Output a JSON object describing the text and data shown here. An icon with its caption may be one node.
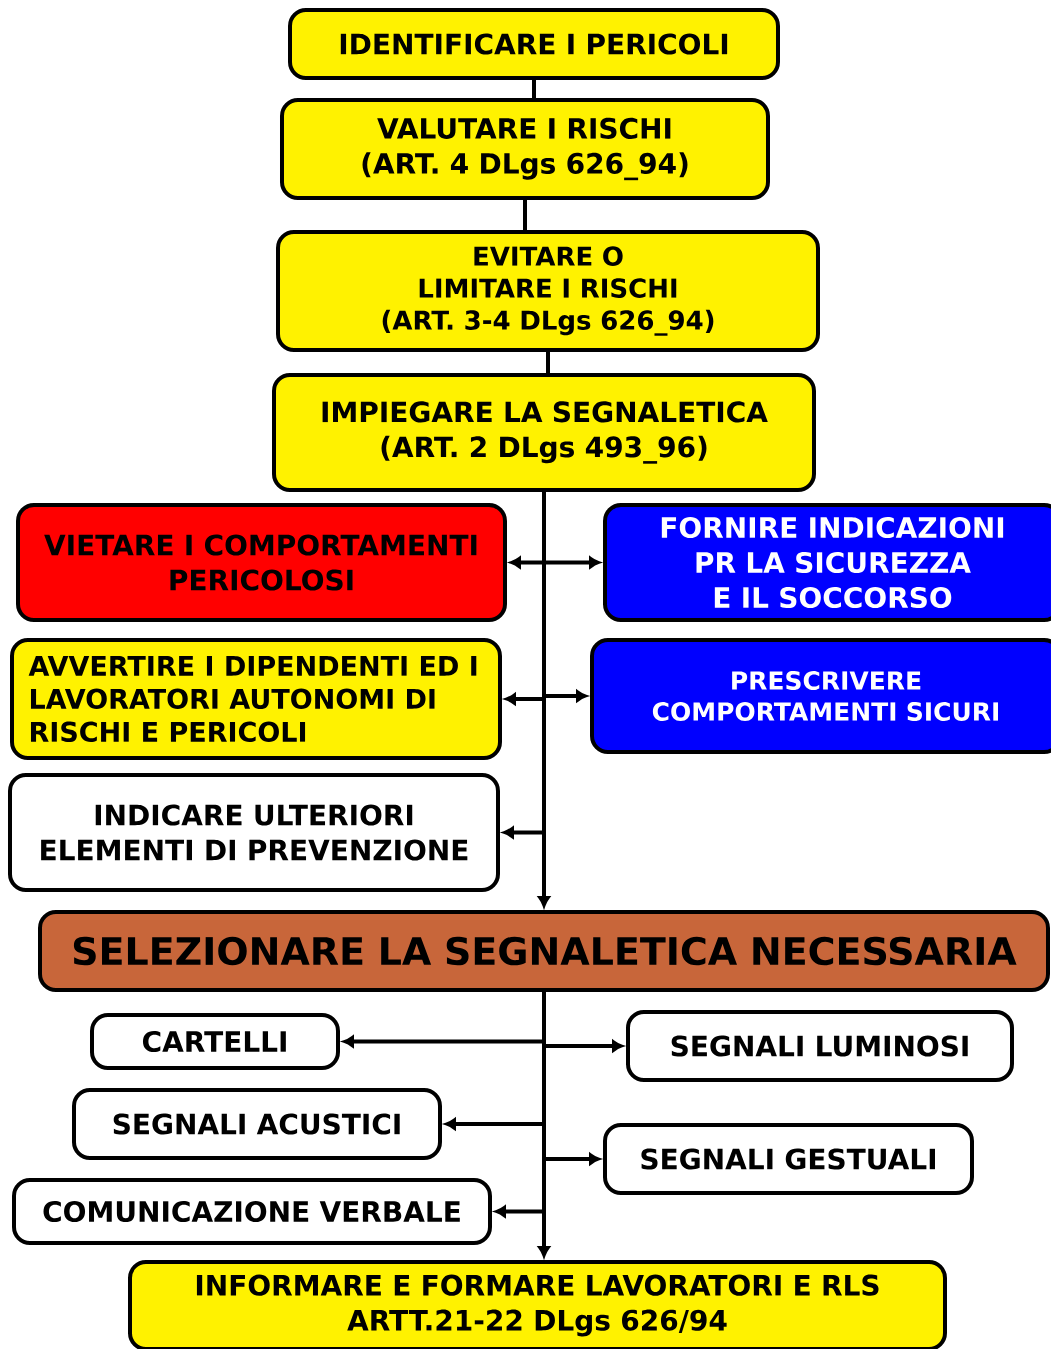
{
  "diagram": {
    "nodes": [
      {
        "text": [
          "IDENTIFICARE I PERICOLI"
        ]
      },
      {
        "text": [
          "VALUTARE I RISCHI",
          "(ART. 4 DLgs 626_94)"
        ]
      },
      {
        "text": [
          "EVITARE O LIMITARE I RISCHI",
          "(ART. 3-4 DLgs 626_94)"
        ]
      },
      {
        "text": [
          "IMPIEGARE LA SEGNALETICA",
          "(ART. 2 DLgs 493_96)"
        ]
      },
      {
        "text": [
          "VIETARE I COMPORTAMENTI PERICOLOSI"
        ]
      },
      {
        "text": [
          "FORNIRE INDICAZIONI PR LA SICUREZZA E IL SOCCORSO"
        ]
      },
      {
        "text": [
          "AVVERTIRE I DIPENDENTI ED I LAVORATORI AUTONOMI DI RISCHI E PERICOLI"
        ]
      },
      {
        "text": [
          "PRESCRIVERE COMPORTAMENTI SICURI"
        ]
      },
      {
        "text": [
          "INDICARE ULTERIORI ELEMENTI DI PREVENZIONE"
        ]
      },
      {
        "text": [
          "SELEZIONARE LA SEGNALETICA NECESSARIA"
        ]
      },
      {
        "text": [
          "CARTELLI"
        ]
      },
      {
        "text": [
          "SEGNALI LUMINOSI"
        ]
      },
      {
        "text": [
          "SEGNALI ACUSTICI"
        ]
      },
      {
        "text": [
          "SEGNALI GESTUALI"
        ]
      },
      {
        "text": [
          "COMUNICAZIONE VERBALE"
        ]
      },
      {
        "text": [
          "INFORMARE E FORMARE LAVORATORI E RLS",
          "ARTT.21-22 DLgs 626/94"
        ]
      }
    ],
    "edges": [
      {
        "from": 0,
        "to": 1,
        "arrow": "none"
      },
      {
        "from": 1,
        "to": 2,
        "arrow": "none"
      },
      {
        "from": 2,
        "to": 3,
        "arrow": "none"
      },
      {
        "from": 3,
        "to": 4,
        "arrow": "to"
      },
      {
        "from": 3,
        "to": 5,
        "arrow": "to"
      },
      {
        "from": 3,
        "to": 6,
        "arrow": "to"
      },
      {
        "from": 3,
        "to": 7,
        "arrow": "to"
      },
      {
        "from": 3,
        "to": 8,
        "arrow": "to"
      },
      {
        "from": 3,
        "to": 9,
        "arrow": "to"
      },
      {
        "from": 9,
        "to": 10,
        "arrow": "to"
      },
      {
        "from": 9,
        "to": 11,
        "arrow": "to"
      },
      {
        "from": 9,
        "to": 12,
        "arrow": "to"
      },
      {
        "from": 9,
        "to": 13,
        "arrow": "to"
      },
      {
        "from": 9,
        "to": 14,
        "arrow": "to"
      },
      {
        "from": 9,
        "to": 15,
        "arrow": "to"
      }
    ]
  }
}
